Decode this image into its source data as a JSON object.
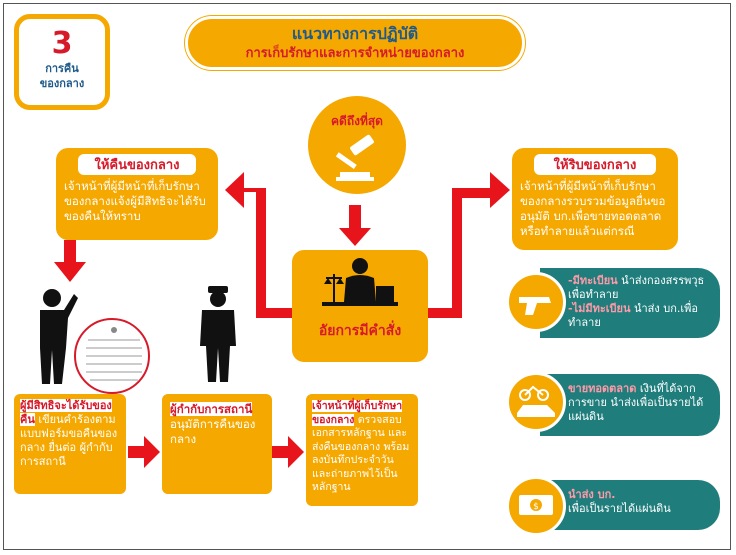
{
  "badge": {
    "number": "3",
    "line1": "การคืน",
    "line2": "ของกลาง"
  },
  "title": {
    "line1": "แนวทางการปฏิบัติ",
    "line2": "การเก็บรักษาและการจำหน่ายของกลาง"
  },
  "verdict": {
    "label": "คดีถึงที่สุด"
  },
  "prosecutor": {
    "label": "อัยการมีคำสั่ง"
  },
  "return_box": {
    "header": "ให้คืนของกลาง",
    "body": "เจ้าหน้าที่ผู้มีหน้าที่เก็บรักษาของกลางแจ้งผู้มีสิทธิจะได้รับของคืนให้ทราบ"
  },
  "confiscate_box": {
    "header": "ให้ริบของกลาง",
    "body": "เจ้าหน้าที่ผู้มีหน้าที่เก็บรักษาของกลางรวบรวมข้อมูลยื่นขออนุมัติ บก.เพื่อขายทอดตลาดหรือทำลายแล้วแต่กรณี"
  },
  "claimant_box": {
    "highlight": "ผู้มีสิทธิจะได้รับของคืน",
    "body": " เขียนคำร้องตามแบบฟอร์มขอคืนของกลาง ยื่นต่อ ผู้กำกับการสถานี"
  },
  "superintendent_box": {
    "highlight": "ผู้กำกับการสถานี",
    "body": "อนุมัติการคืนของกลาง"
  },
  "officer_box": {
    "highlight": "เจ้าหน้าที่ผู้เก็บรักษาของกลาง",
    "body": " ตรวจสอบเอกสารหลักฐาน และส่งคืนของกลาง พร้อมลงบันทึกประจำวันและถ่ายภาพไว้เป็นหลักฐาน"
  },
  "weapons": {
    "reg_highlight": "-มีทะเบียน",
    "reg_body": " นำส่งกองสรรพวุธเพื่อทำลาย",
    "unreg_highlight": "-ไม่มีทะเบียน",
    "unreg_body": " นำส่ง บก.เพื่อทำลาย"
  },
  "auction": {
    "highlight": "ขายทอดตลาด",
    "body": " เงินที่ได้จากการขาย นำส่งเพื่อเป็นรายได้แผ่นดิน"
  },
  "cash": {
    "highlight": "นำส่ง บก.",
    "body": "เพื่อเป็นรายได้แผ่นดิน"
  },
  "colors": {
    "orange": "#f5a800",
    "red": "#d61a2a",
    "teal": "#1f7d7c",
    "arrow": "#e8141c"
  }
}
